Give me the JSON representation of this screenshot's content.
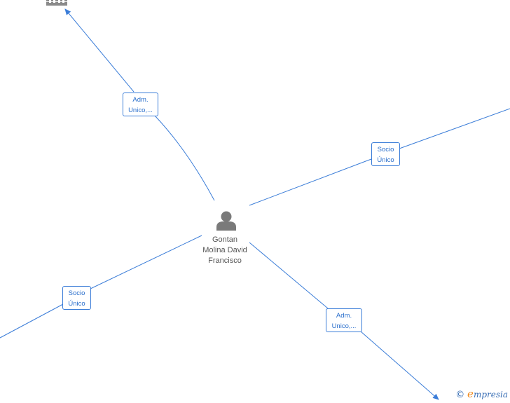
{
  "center_person": {
    "name_lines": [
      "Gontan",
      "Molina David",
      "Francisco"
    ],
    "icon": "person-icon"
  },
  "edges": [
    {
      "label_lines": [
        "Adm.",
        "Unico,..."
      ],
      "direction": "up-left",
      "target_icon": "building-icon"
    },
    {
      "label_lines": [
        "Socio",
        "Único"
      ],
      "direction": "right"
    },
    {
      "label_lines": [
        "Socio",
        "Único"
      ],
      "direction": "down-left"
    },
    {
      "label_lines": [
        "Adm.",
        "Unico,..."
      ],
      "direction": "down-right"
    }
  ],
  "watermark": {
    "copyright": "©",
    "brand_first": "e",
    "brand_rest": "mpresia"
  },
  "colors": {
    "edge": "#3b7dd8",
    "node_icon": "#7a7a7a",
    "label_text": "#2a6fcc",
    "brand_accent": "#f08a1c"
  }
}
